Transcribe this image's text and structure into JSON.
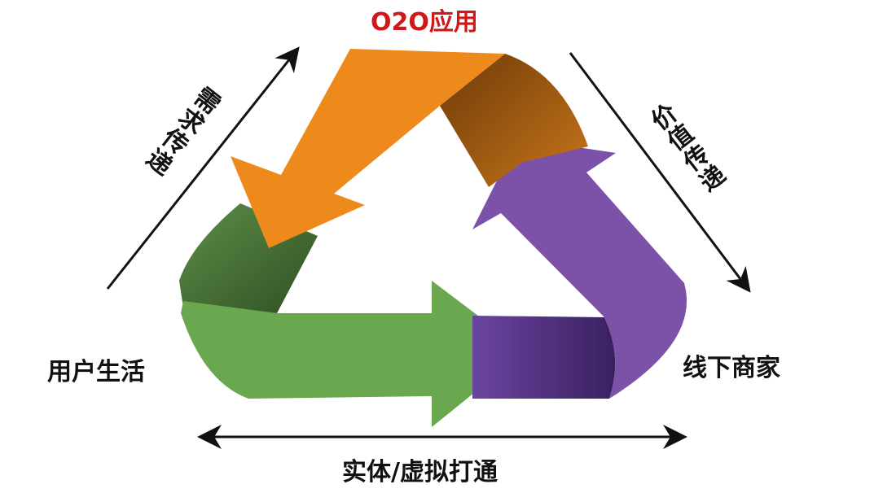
{
  "title": "O2O应用",
  "left_arrow_label": "需求传递",
  "right_arrow_label": "价值传递",
  "left_node": "用户生活",
  "right_node": "线下商家",
  "bottom_label": "实体/虚拟打通",
  "colors": {
    "orange": "#ee8a1c",
    "orange_dark": "#9a5410",
    "purple": "#7b52a8",
    "purple_dark": "#4a2c70",
    "green": "#6aa84f",
    "green_dark": "#3f6630",
    "title": "#d01818"
  }
}
